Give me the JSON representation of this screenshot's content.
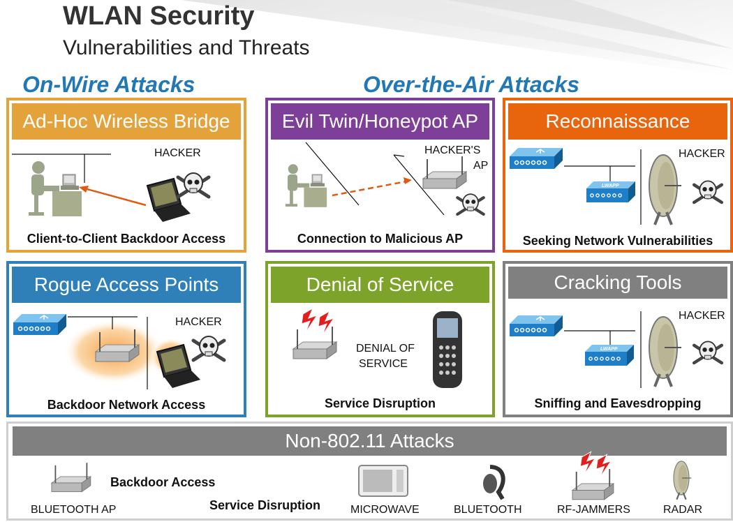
{
  "header": {
    "title": "WLAN Security",
    "subtitle": "Vulnerabilities and Threats"
  },
  "sections": {
    "on_wire": "On-Wire Attacks",
    "over_air": "Over-the-Air Attacks"
  },
  "panels": [
    {
      "title": "Ad-Hoc Wireless Bridge",
      "caption": "Client-to-Client Backdoor Access",
      "labels": [
        "HACKER"
      ]
    },
    {
      "title": "Evil Twin/Honeypot AP",
      "caption": "Connection to Malicious AP",
      "labels": [
        "HACKER'S",
        "AP"
      ]
    },
    {
      "title": "Reconnaissance",
      "caption": "Seeking Network Vulnerabilities",
      "labels": [
        "HACKER",
        "LWAPP"
      ]
    },
    {
      "title": "Rogue Access Points",
      "caption": "Backdoor Network Access",
      "labels": [
        "HACKER"
      ]
    },
    {
      "title": "Denial of Service",
      "caption": "Service Disruption",
      "labels": [
        "DENIAL OF",
        "SERVICE"
      ]
    },
    {
      "title": "Cracking Tools",
      "caption": "Sniffing and Eavesdropping",
      "labels": [
        "HACKER",
        "LWAPP"
      ]
    }
  ],
  "non80211": {
    "title": "Non-802.11 Attacks",
    "backdoor": "Backdoor Access",
    "disruption": "Service Disruption",
    "devices": [
      "BLUETOOTH AP",
      "MICROWAVE",
      "BLUETOOTH",
      "RF-JAMMERS",
      "RADAR"
    ]
  },
  "colors": {
    "on_wire": "#e4a23a",
    "evil_twin": "#7d3f98",
    "recon": "#e8650e",
    "rogue": "#2f80b8",
    "dos": "#7ea32a",
    "cracking": "#808080",
    "non80211": "#808080",
    "section_heading": "#2278b5"
  },
  "icons": [
    "hacker-desktop-icon",
    "laptop-icon",
    "skull-icon",
    "router-icon",
    "switch-icon",
    "lwapp-ap-icon",
    "dish-antenna-icon",
    "phone-icon",
    "microwave-icon",
    "headset-icon",
    "jammer-icon"
  ]
}
